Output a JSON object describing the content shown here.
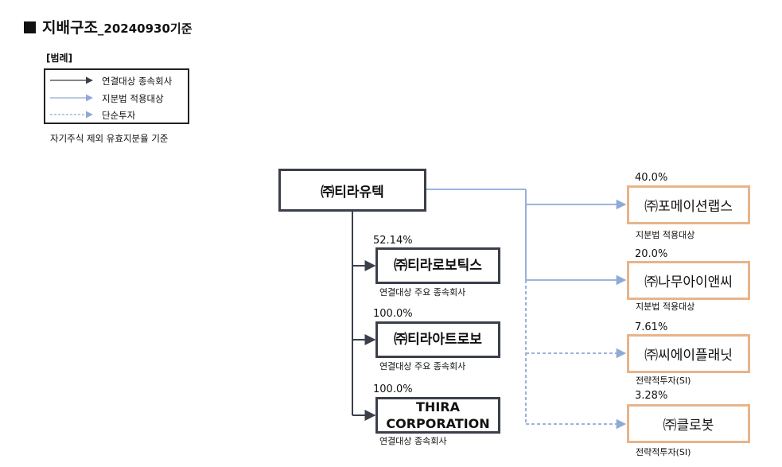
{
  "header": {
    "title": "지배구조",
    "date_suffix": "_20240930기준"
  },
  "legend": {
    "title": "[범례]",
    "items": [
      {
        "label": "연결대상 종속회사",
        "style": "solid-dark"
      },
      {
        "label": "지분법 적용대상",
        "style": "solid-blue"
      },
      {
        "label": "단순투자",
        "style": "dashed-blue"
      }
    ],
    "note": "자기주식 제외 유효지분율 기준"
  },
  "colors": {
    "dark_line": "#3a3f4a",
    "blue_line": "#8eaad6",
    "investee_border": "#e8b48a"
  },
  "parent": {
    "name": "㈜티라유텍"
  },
  "subsidiaries": [
    {
      "name": "㈜티라로보틱스",
      "pct": "52.14%",
      "caption": "연결대상 주요 종속회사"
    },
    {
      "name": "㈜티라아트로보",
      "pct": "100.0%",
      "caption": "연결대상 주요 종속회사"
    },
    {
      "name": "THIRA CORPORATION",
      "pct": "100.0%",
      "caption": "연결대상 종속회사"
    }
  ],
  "investees": [
    {
      "name": "㈜포메이션랩스",
      "pct": "40.0%",
      "caption": "지분법 적용대상"
    },
    {
      "name": "㈜나무아이앤씨",
      "pct": "20.0%",
      "caption": "지분법 적용대상"
    },
    {
      "name": "㈜씨에이플래닛",
      "pct": "7.61%",
      "caption": "전략적투자(SI)"
    },
    {
      "name": "㈜클로봇",
      "pct": "3.28%",
      "caption": "전략적투자(SI)"
    }
  ]
}
